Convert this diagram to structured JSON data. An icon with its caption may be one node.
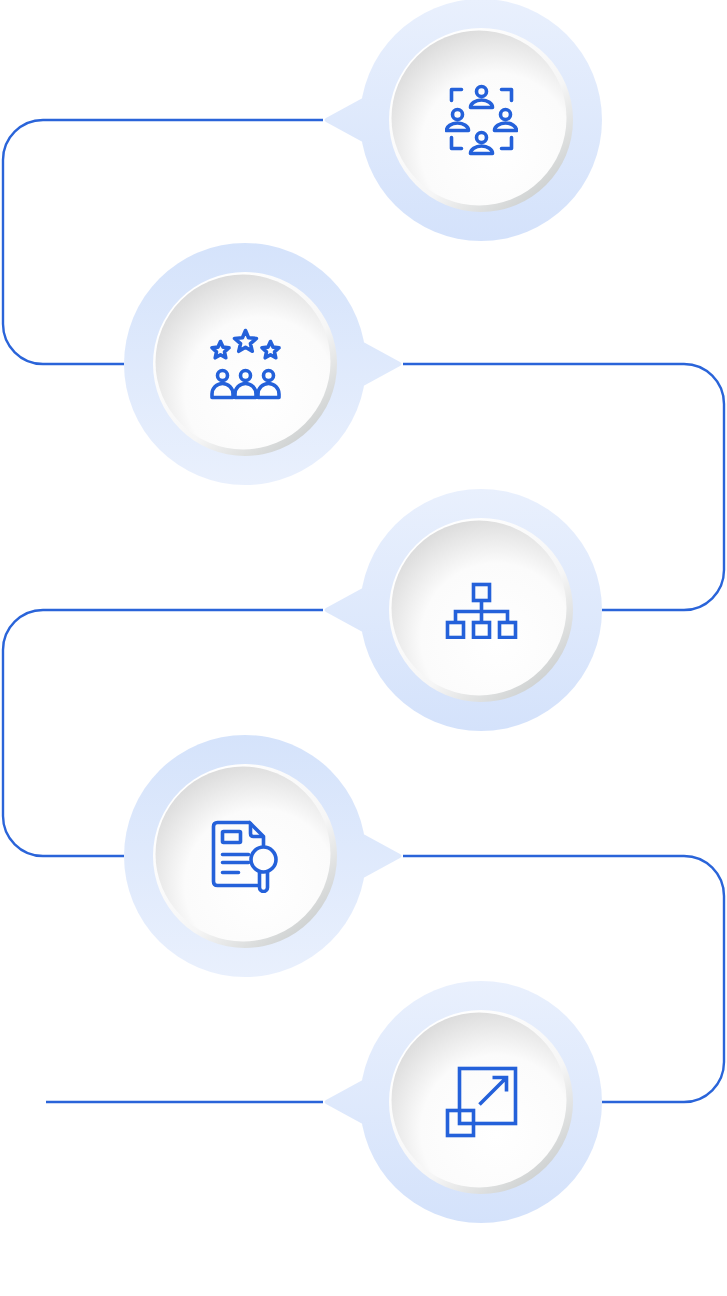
{
  "diagram": {
    "nodes": [
      {
        "text": [],
        "shape": "circle"
      },
      {
        "text": [],
        "shape": "circle"
      },
      {
        "text": [],
        "shape": "circle"
      },
      {
        "text": [],
        "shape": "circle"
      },
      {
        "text": [],
        "shape": "circle"
      }
    ],
    "edges": [
      {
        "from": 0,
        "to": 1,
        "arrow": "none"
      },
      {
        "from": 1,
        "to": 2,
        "arrow": "none"
      },
      {
        "from": 2,
        "to": 3,
        "arrow": "none"
      },
      {
        "from": 3,
        "to": 4,
        "arrow": "none"
      },
      {
        "from": 4,
        "to": null,
        "arrow": "none"
      }
    ]
  }
}
